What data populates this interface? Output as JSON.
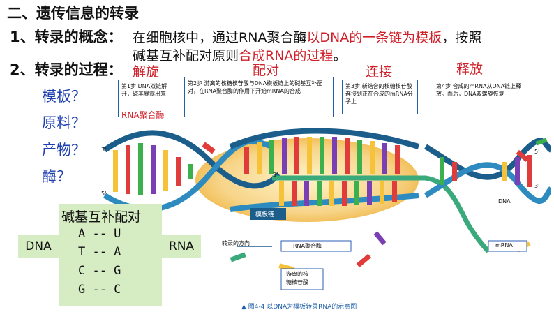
{
  "heading": "二、遗传信息的转录",
  "concept": {
    "title": "1、转录的概念：",
    "line1_a": "在细胞核中，通过RNA聚合酶",
    "line1_b": "以DNA的一条链为模板",
    "line1_c": "，按照",
    "line2_a": "碱基互补配对原则",
    "line2_b": "合成RNA的过程",
    "line2_c": "。"
  },
  "process": {
    "title": "2、转录的过程：",
    "steps": [
      "解旋",
      "配对",
      "连接",
      "释放"
    ]
  },
  "questions": [
    "模板？",
    "原料？",
    "产物？",
    "酶？"
  ],
  "step_boxes": [
    "第1步 DNA双链解开，碱基暴露出来",
    "第2步 游离的核糖核苷酸与DNA模板链上的碱基互补配对，在RNA聚合酶的作用下开始mRNA的合成",
    "第3步 新结合的核糖核苷酸连接到正在合成的mRNA分子上",
    "第4步 合成的mRNA从DNA链上释放。而后，DNA双螺旋恢复"
  ],
  "enzyme_label": "RNA聚合酶",
  "pairing": {
    "title": "碱基互补配对",
    "left": "DNA",
    "right": "RNA",
    "rows": [
      "A -- U",
      "T -- A",
      "C -- G",
      "G -- C"
    ]
  },
  "diagram": {
    "template_strand": "模板链",
    "direction": "转录的方向",
    "polymerase": "RNA聚合酶",
    "free_nucleotides": [
      "游离的核",
      "糖核苷酸"
    ],
    "dna": "DNA",
    "mrna": "mRNA",
    "three_prime": "3'",
    "five_prime": "5'"
  },
  "caption": "▲ 图4-4   以DNA为模板转录RNA的示意图"
}
